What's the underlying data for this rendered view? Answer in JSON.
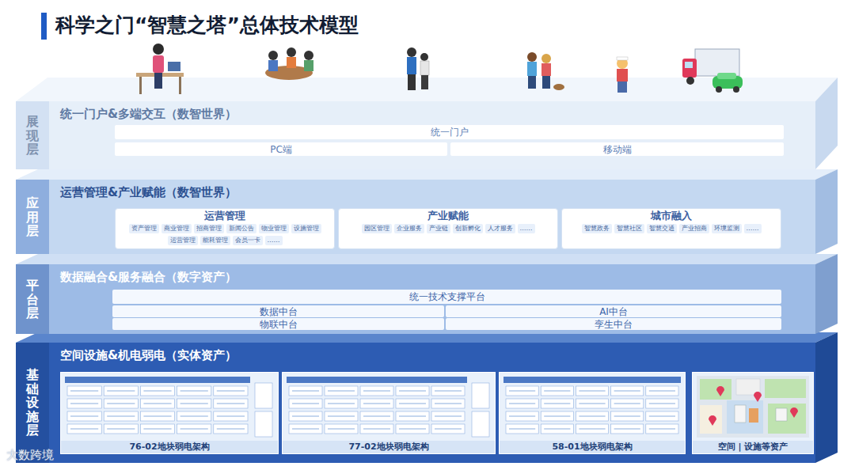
{
  "diagram": {
    "title": "科学之门“智慧之塔”总体技术模型",
    "nodes": [
      {
        "text": [
          "展现层",
          "统一门户&多端交互（数智世界）"
        ]
      },
      {
        "text": [
          "统一门户"
        ],
        "in": 0
      },
      {
        "text": [
          "PC端"
        ],
        "in": 0
      },
      {
        "text": [
          "移动端"
        ],
        "in": 0
      },
      {
        "text": [
          "应用层",
          "运营管理&产业赋能（数智世界）"
        ]
      },
      {
        "text": [
          "运营管理",
          "资产管理",
          "商业管理",
          "招商管理",
          "新闻公告",
          "物业管理",
          "设施管理",
          "运营管理",
          "能耗管理",
          "会员一卡",
          "……"
        ],
        "in": 4
      },
      {
        "text": [
          "产业赋能",
          "园区管理",
          "企业服务",
          "产业链",
          "创新孵化",
          "人才服务",
          "……"
        ],
        "in": 4
      },
      {
        "text": [
          "城市融入",
          "智慧政务",
          "智慧社区",
          "智慧交通",
          "产业招商",
          "环境监测",
          "……"
        ],
        "in": 4
      },
      {
        "text": [
          "平台层",
          "数据融合&服务融合（数字资产）"
        ]
      },
      {
        "text": [
          "统一技术支撑平台"
        ],
        "in": 8
      },
      {
        "text": [
          "数据中台"
        ],
        "in": 8
      },
      {
        "text": [
          "AI中台"
        ],
        "in": 8
      },
      {
        "text": [
          "物联中台"
        ],
        "in": 8
      },
      {
        "text": [
          "孪生中台"
        ],
        "in": 8
      },
      {
        "text": [
          "基础设施层",
          "空间设施&机电弱电（实体资产）"
        ]
      },
      {
        "text": [
          "76-02地块弱电架构"
        ],
        "in": 14
      },
      {
        "text": [
          "77-02地块弱电架构"
        ],
        "in": 14
      },
      {
        "text": [
          "58-01地块弱电架构"
        ],
        "in": 14
      },
      {
        "text": [
          "空间 | 设施等资产"
        ],
        "in": 14
      }
    ],
    "labels": [
      "大数跨境"
    ]
  }
}
